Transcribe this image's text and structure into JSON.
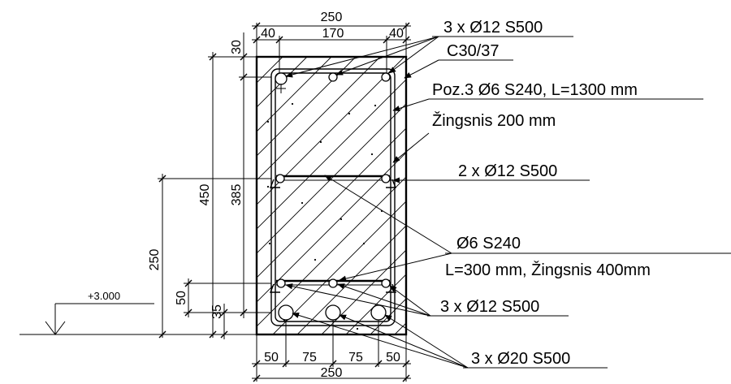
{
  "dimensions": {
    "top_total": "250",
    "top_left": "40",
    "top_mid": "170",
    "top_right": "40",
    "cover_top": "30",
    "height_total": "450",
    "height_inner": "385",
    "height_mid": "250",
    "height_low": "50",
    "height_bottom": "35",
    "bot_a": "50",
    "bot_b": "75",
    "bot_c": "75",
    "bot_d": "50",
    "bot_total": "250"
  },
  "level": "+3.000",
  "labels": {
    "top_bars": "3 x Ø12 S500",
    "concrete": "C30/37",
    "stirrup": "Poz.3 Ø6 S240, L=1300 mm",
    "stirrup_spacing": "Žingsnis 200 mm",
    "mid_bars": "2 x Ø12 S500",
    "link": "Ø6 S240",
    "link_detail": "L=300 mm, Žingsnis 400mm",
    "lower_bars": "3 x Ø12 S500",
    "bottom_bars": "3 x Ø20 S500"
  }
}
